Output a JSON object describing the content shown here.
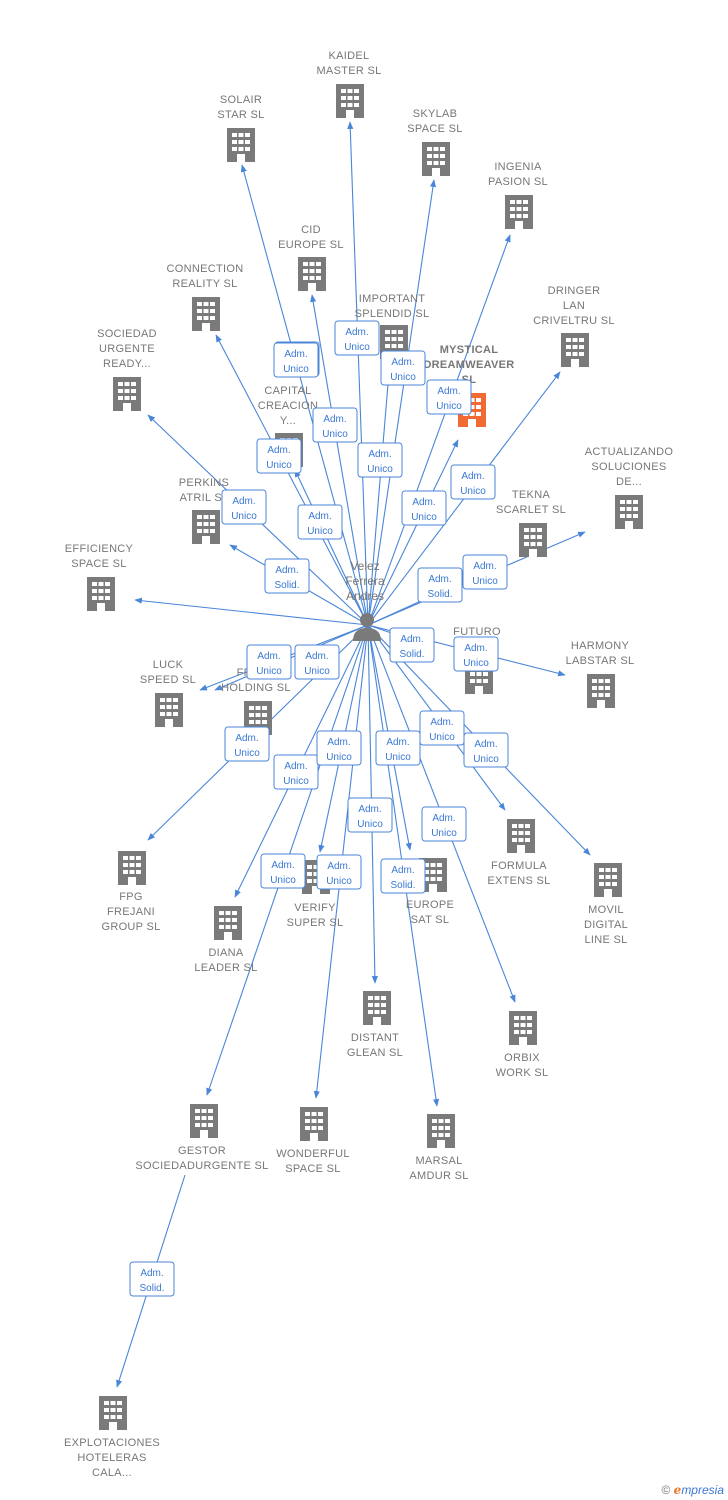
{
  "center": {
    "lines": [
      "Velez",
      "Ferrera",
      "Andres"
    ]
  },
  "colors": {
    "edge": "#4a86d8",
    "building": "#7a7a7a",
    "highlight": "#f26a33"
  },
  "nodes": [
    {
      "id": "kaidel",
      "lines": [
        "KAIDEL",
        "MASTER SL"
      ],
      "icon": "building-icon"
    },
    {
      "id": "solair",
      "lines": [
        "SOLAIR",
        "STAR SL"
      ],
      "icon": "building-icon"
    },
    {
      "id": "skylab",
      "lines": [
        "SKYLAB",
        "SPACE SL"
      ],
      "icon": "building-icon"
    },
    {
      "id": "ingenia",
      "lines": [
        "INGENIA",
        "PASION SL"
      ],
      "icon": "building-icon"
    },
    {
      "id": "cid",
      "lines": [
        "CID",
        "EUROPE SL"
      ],
      "icon": "building-icon"
    },
    {
      "id": "connection",
      "lines": [
        "CONNECTION",
        "REALITY SL"
      ],
      "icon": "building-icon"
    },
    {
      "id": "dringer",
      "lines": [
        "DRINGER",
        "LAN",
        "CRIVELTRU SL"
      ],
      "icon": "building-icon"
    },
    {
      "id": "important",
      "lines": [
        "IMPORTANT",
        "SPLENDID SL"
      ],
      "icon": "building-icon"
    },
    {
      "id": "sociedad",
      "lines": [
        "SOCIEDAD",
        "URGENTE",
        "READY..."
      ],
      "icon": "building-icon"
    },
    {
      "id": "mystical",
      "lines": [
        "MYSTICAL",
        "DREAMWEAVER",
        "SL"
      ],
      "icon": "building-icon",
      "highlight": true
    },
    {
      "id": "capital",
      "lines": [
        "CAPITAL",
        "CREACION",
        "Y..."
      ],
      "icon": "building-icon"
    },
    {
      "id": "actualizando",
      "lines": [
        "ACTUALIZANDO",
        "SOLUCIONES",
        "DE..."
      ],
      "icon": "building-icon"
    },
    {
      "id": "perkins",
      "lines": [
        "PERKINS",
        "ATRIL SL"
      ],
      "icon": "building-icon"
    },
    {
      "id": "tekna",
      "lines": [
        "TEKNA",
        "SCARLET SL"
      ],
      "icon": "building-icon"
    },
    {
      "id": "efficiency",
      "lines": [
        "EFFICIENCY",
        "SPACE SL"
      ],
      "icon": "building-icon"
    },
    {
      "id": "futuro",
      "lines": [
        "FUTURO",
        "DE... SL"
      ],
      "icon": "building-icon"
    },
    {
      "id": "harmony",
      "lines": [
        "HARMONY",
        "LABSTAR SL"
      ],
      "icon": "building-icon"
    },
    {
      "id": "luck",
      "lines": [
        "LUCK",
        "SPEED SL"
      ],
      "icon": "building-icon"
    },
    {
      "id": "frej",
      "lines": [
        "FREJ...",
        "HOLDING SL"
      ],
      "icon": "building-icon"
    },
    {
      "id": "fpg",
      "lines": [
        "FPG",
        "FREJANI",
        "GROUP SL"
      ],
      "icon": "building-icon"
    },
    {
      "id": "formula",
      "lines": [
        "FORMULA",
        "EXTENS SL"
      ],
      "icon": "building-icon"
    },
    {
      "id": "movil",
      "lines": [
        "MOVIL",
        "DIGITAL",
        "LINE SL"
      ],
      "icon": "building-icon"
    },
    {
      "id": "verify",
      "lines": [
        "VERIFY",
        "SUPER SL"
      ],
      "icon": "building-icon"
    },
    {
      "id": "europe",
      "lines": [
        "EUROPE",
        "SAT SL"
      ],
      "icon": "building-icon"
    },
    {
      "id": "diana",
      "lines": [
        "DIANA",
        "LEADER SL"
      ],
      "icon": "building-icon"
    },
    {
      "id": "distant",
      "lines": [
        "DISTANT",
        "GLEAN SL"
      ],
      "icon": "building-icon"
    },
    {
      "id": "orbix",
      "lines": [
        "ORBIX",
        "WORK SL"
      ],
      "icon": "building-icon"
    },
    {
      "id": "gestor",
      "lines": [
        "GESTOR",
        "SOCIEDADURGENTE SL"
      ],
      "icon": "building-icon"
    },
    {
      "id": "wonderful",
      "lines": [
        "WONDERFUL",
        "SPACE SL"
      ],
      "icon": "building-icon"
    },
    {
      "id": "marsal",
      "lines": [
        "MARSAL",
        "AMDUR SL"
      ],
      "icon": "building-icon"
    },
    {
      "id": "explotaciones",
      "lines": [
        "EXPLOTACIONES",
        "HOTELERAS",
        "CALA..."
      ],
      "icon": "building-icon"
    }
  ],
  "relations": [
    {
      "lines": [
        "Adm.",
        "Solid."
      ]
    },
    {
      "lines": [
        "Adm.",
        "Unico"
      ]
    },
    {
      "lines": [
        "Adm.",
        "Unico"
      ]
    },
    {
      "lines": [
        "Adm.",
        "Unico"
      ]
    },
    {
      "lines": [
        "Adm.",
        "Unico"
      ]
    },
    {
      "lines": [
        "Adm.",
        "Unico"
      ]
    },
    {
      "lines": [
        "Adm.",
        "Unico"
      ]
    },
    {
      "lines": [
        "Adm.",
        "Unico"
      ]
    },
    {
      "lines": [
        "Adm.",
        "Unico"
      ]
    },
    {
      "lines": [
        "Adm.",
        "Unico"
      ]
    },
    {
      "lines": [
        "Adm.",
        "Unico"
      ]
    },
    {
      "lines": [
        "Adm.",
        "Unico"
      ]
    },
    {
      "lines": [
        "Adm.",
        "Solid."
      ]
    },
    {
      "lines": [
        "Adm.",
        "Unico"
      ]
    },
    {
      "lines": [
        "Adm.",
        "Solid."
      ]
    },
    {
      "lines": [
        "Adm.",
        "Unico"
      ]
    },
    {
      "lines": [
        "Adm.",
        "Unico"
      ]
    },
    {
      "lines": [
        "Adm.",
        "Unico"
      ]
    },
    {
      "lines": [
        "Adm.",
        "Unico"
      ]
    },
    {
      "lines": [
        "Adm.",
        "Unico"
      ]
    },
    {
      "lines": [
        "Adm.",
        "Unico"
      ]
    },
    {
      "lines": [
        "Adm.",
        "Unico"
      ]
    },
    {
      "lines": [
        "Adm.",
        "Unico"
      ]
    },
    {
      "lines": [
        "Adm.",
        "Unico"
      ]
    },
    {
      "lines": [
        "Adm.",
        "Unico"
      ]
    },
    {
      "lines": [
        "Adm.",
        "Unico"
      ]
    },
    {
      "lines": [
        "Adm.",
        "Unico"
      ]
    },
    {
      "lines": [
        "Adm.",
        "Unico"
      ]
    },
    {
      "lines": [
        "Adm.",
        "Solid."
      ]
    },
    {
      "lines": [
        "Adm.",
        "Solid."
      ]
    },
    {
      "lines": [
        "Adm.",
        "Solid."
      ]
    }
  ],
  "brand": {
    "copyright": "©",
    "e": "e",
    "rest": "mpresia"
  }
}
